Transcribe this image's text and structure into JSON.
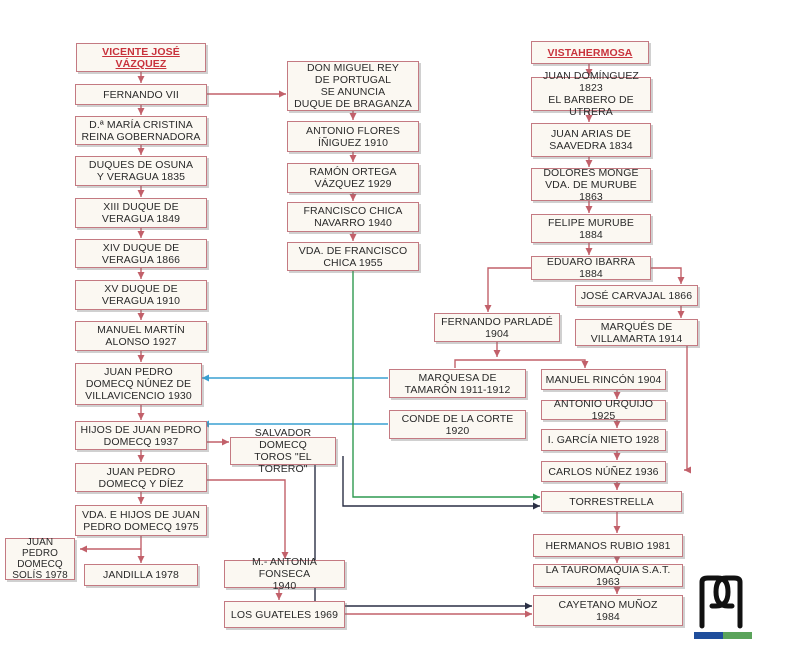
{
  "colors": {
    "border": "#c47a82",
    "arrow_red": "#c2606a",
    "arrow_blue": "#3aa0d2",
    "arrow_green": "#2f9a50",
    "arrow_dark": "#2a2f45",
    "root_text": "#c8323c"
  },
  "roots": {
    "vicente": "VICENTE JOSÉ\nVÁZQUEZ",
    "vistahermosa": "VISTAHERMOSA"
  },
  "nodes": {
    "fernando_vii": "FERNANDO VII",
    "maria_cristina": "D.ª MARÍA CRISTINA\nREINA GOBERNADORA",
    "osuna": "DUQUES DE OSUNA\nY VERAGUA 1835",
    "xiii_duque": "XIII DUQUE DE\nVERAGUA  1849",
    "xiv_duque": "XIV DUQUE DE\nVERAGUA 1866",
    "xv_duque": "XV DUQUE DE\nVERAGUA 1910",
    "manuel_martin": "MANUEL MARTÍN\nALONSO 1927",
    "jp_domecq_1930": "JUAN PEDRO\nDOMECQ NÚNEZ DE\nVILLAVICENCIO 1930",
    "hijos_jp": "HIJOS DE JUAN PEDRO\nDOMECQ 1937",
    "jp_domecq_diez": "JUAN PEDRO\nDOMECQ Y DÍEZ",
    "vda_hijos": "VDA. E HIJOS DE JUAN\nPEDRO DOMECQ 1975",
    "jandilla": "JANDILLA 1978",
    "jp_solis": "JUAN PEDRO\nDOMECQ\nSOLÍS 1978",
    "miguel_rey": "DON MIGUEL REY\nDE PORTUGAL\nSE ANUNCIA\nDUQUE DE BRAGANZA",
    "antonio_flores": "ANTONIO FLORES\nÍÑIGUEZ 1910",
    "ramon_ortega": "RAMÓN ORTEGA\nVÁZQUEZ 1929",
    "francisco_chica": "FRANCISCO CHICA\nNAVARRO 1940",
    "vda_chica": "VDA. DE FRANCISCO\nCHICA 1955",
    "salvador_domecq": "SALVADOR DOMECQ\nTOROS \"EL TORERO\"",
    "fonseca": "M.- ANTONIA FONSECA\n1940",
    "guateles": "LOS GUATELES 1969",
    "juan_dominguez": "JUAN DOMÍNGUEZ 1823\nEL BARBERO DE UTRERA",
    "juan_arias": "JUAN ARIAS DE\nSAAVEDRA 1834",
    "dolores_monge": "DOLORES MONGE\nVDA. DE MURUBE 1863",
    "felipe_murube": "FELIPE MURUBE 1884",
    "eduardo_ibarra": "EDUARO IBARRA 1884",
    "jose_carvajal": "JOSÉ CARVAJAL 1866",
    "fernando_parlade": "FERNANDO PARLADÉ\n1904",
    "villamarta": "MARQUÉS DE\nVILLAMARTA 1914",
    "tamaron": "MARQUESA DE\nTAMARÓN 1911-1912",
    "conde_corte": "CONDE DE LA CORTE\n1920",
    "manuel_rincon": "MANUEL RINCÓN 1904",
    "antonio_urquijo": "ANTONIO URQUIJO 1925",
    "garcia_nieto": "I. GARCÍA NIETO 1928",
    "carlos_nunez": "CARLOS NÚÑEZ 1936",
    "torrestrella": "TORRESTRELLA",
    "hermanos_rubio": "HERMANOS RUBIO 1981",
    "tauromaquia": "LA TAUROMAQUIA S.A.T. 1963",
    "cayetano": "CAYETANO MUÑOZ\n1984"
  },
  "logo": {
    "name": "publisher-logo",
    "colors": [
      "#1f4e9c",
      "#5aa35a"
    ]
  }
}
